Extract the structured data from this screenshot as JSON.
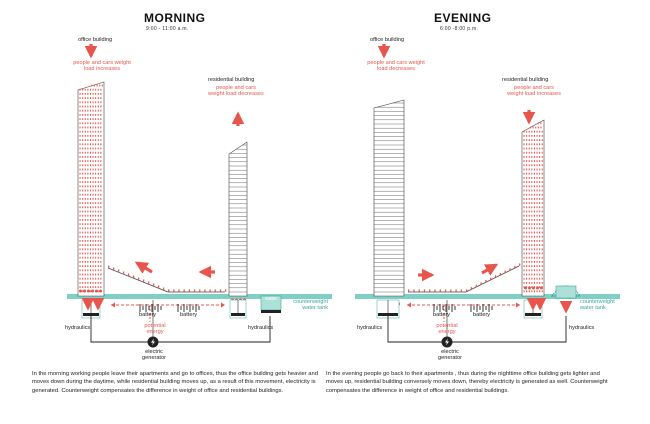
{
  "morning": {
    "title": "MORNING",
    "time": "9:00 - 11:00 a.m.",
    "office_label": "office building",
    "office_note": "people and cars weight load increases",
    "residential_label": "residential building",
    "residential_note": "people and cars weight load decreases",
    "water_label": "water",
    "counterweight_label": "counterweight water tank",
    "battery_left": "battery",
    "battery_right": "battery",
    "potential_energy": "potential energy",
    "generator_label": "electric generator",
    "hydraulics_left": "hydraulics",
    "hydraulics_right": "hydraulics",
    "caption": "In the morning working people leave their apartments and go to offices, thus the office building gets heavier and moves down during the daytime, while residential building moves up, as a result of this movement, electricity is generated. Counterweight compensates the difference in weight of office and residential buildings."
  },
  "evening": {
    "title": "EVENING",
    "time": "6:00 -8:00 p.m.",
    "office_label": "office building",
    "office_note": "people and cars weight load decreases",
    "residential_label": "residential building",
    "residential_note": "people and cars weight load increases",
    "counterweight_label": "counterweight water tank",
    "battery_left": "battery",
    "battery_right": "battery",
    "potential_energy": "potential energy",
    "generator_label": "electric generator",
    "hydraulics_left": "hydraulics",
    "hydraulics_right": "hydraulics",
    "caption": "In the evening people go back to their apartments , thus during the nighttime office building gets lighter and moves up, residential building conversely moves down, thereby electricity is generated as well. Counterweight compensates the difference in weight of office and residential buildings."
  },
  "colors": {
    "accent_red": "#e8554d",
    "teal": "#3aa79a",
    "ground": "#7fcfc6",
    "water": "#aee0da",
    "line": "#444444"
  }
}
